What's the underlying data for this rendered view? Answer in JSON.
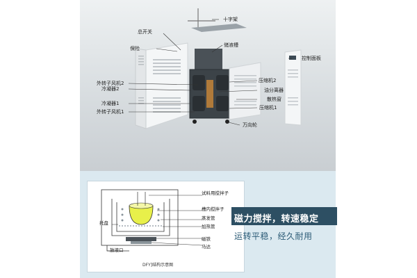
{
  "exploded_view": {
    "labels": {
      "cross_frame": "十字架",
      "main_switch": "总开关",
      "fuse": "保险",
      "reservoir": "储液槽",
      "control_panel": "控制面板",
      "outer_fan_2": "外转子风机2",
      "condenser_2": "冷凝器2",
      "compressor_2": "压缩机2",
      "oil_separator": "油分离器",
      "heat_sink": "散热窗",
      "condenser_1": "冷凝器1",
      "outer_fan_1": "外转子风机1",
      "compressor_1": "压缩机1",
      "caster": "万向轮"
    }
  },
  "schematic": {
    "labels": {
      "sample_stirrer": "试料用搅拌子",
      "tank_stirrer": "槽内搅拌子",
      "evaporator_tube": "蒸发管",
      "heating_tube": "加热管",
      "magnet": "磁铁",
      "motor": "马达",
      "tray": "托盘",
      "drain_port": "放液口"
    },
    "title": "DFY]结构示意图"
  },
  "caption": {
    "headline": "磁力搅拌，转速稳定",
    "subline": "运转平稳，经久耐用"
  },
  "colors": {
    "caption_bg": "#2d4f63",
    "subline_text": "#2d5c77",
    "schematic_bg": "#dbe9f0",
    "liquid": "#e8f04a"
  }
}
